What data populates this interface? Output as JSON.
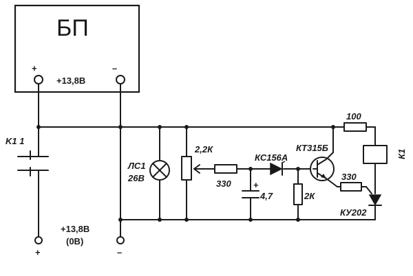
{
  "psu": {
    "title": "БП",
    "voltage": "+13,8В",
    "plus": "+",
    "minus": "–"
  },
  "relay_contact": {
    "label": "K1 1"
  },
  "output": {
    "voltage": "+13,8В",
    "zero": "(0В)",
    "plus": "+",
    "minus": "–"
  },
  "lamp": {
    "name": "ЛС1",
    "rating": "26В"
  },
  "potentiometer": {
    "value": "2,2К"
  },
  "resistor_330_left": {
    "value": "330"
  },
  "capacitor": {
    "polarity": "+",
    "value": "4,7"
  },
  "zener": {
    "name": "КС156А"
  },
  "resistor_2k": {
    "value": "2К"
  },
  "transistor": {
    "name": "КТ315Б"
  },
  "resistor_100": {
    "value": "100"
  },
  "resistor_330_right": {
    "value": "330"
  },
  "relay_coil": {
    "name": "К1"
  },
  "thyristor": {
    "name": "КУ202"
  }
}
